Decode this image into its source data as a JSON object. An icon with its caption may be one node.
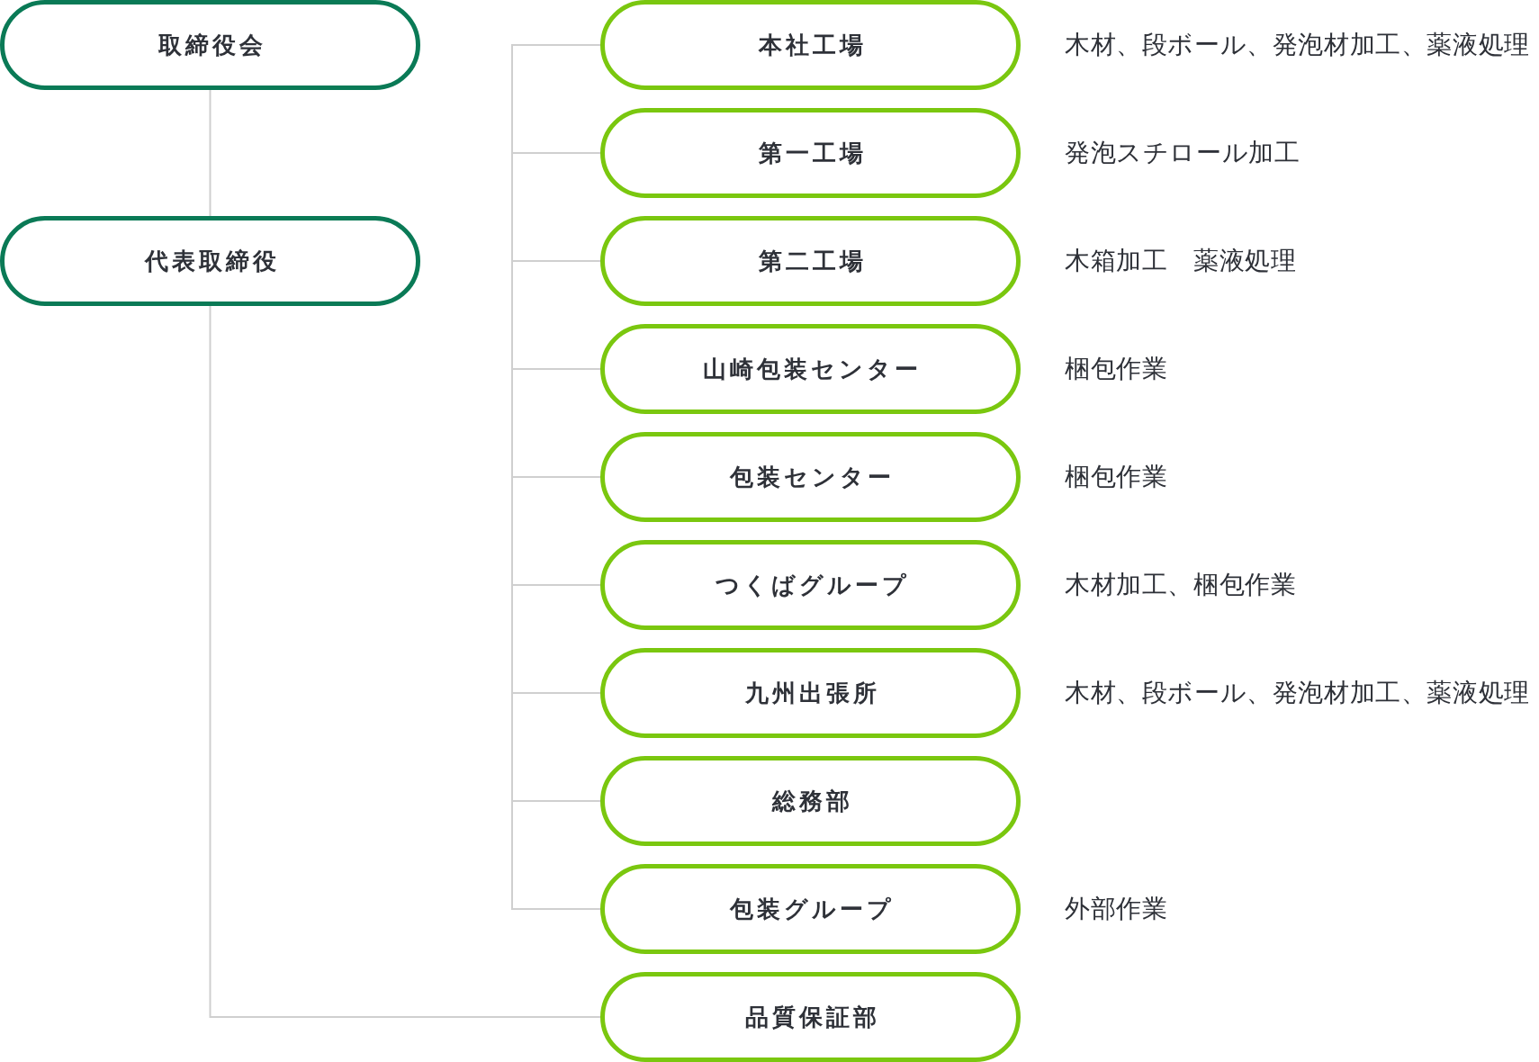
{
  "diagram": {
    "nodes": [
      {
        "text": [
          "取締役会"
        ]
      },
      {
        "text": [
          "代表取締役"
        ]
      },
      {
        "text": [
          "本社工場"
        ],
        "beside": [
          "木材、段ボール、発泡材加工、薬液処理"
        ]
      },
      {
        "text": [
          "第一工場"
        ],
        "beside": [
          "発泡スチロール加工"
        ]
      },
      {
        "text": [
          "第二工場"
        ],
        "beside": [
          "木箱加工　薬液処理"
        ]
      },
      {
        "text": [
          "山崎包装センター"
        ],
        "beside": [
          "梱包作業"
        ]
      },
      {
        "text": [
          "包装センター"
        ],
        "beside": [
          "梱包作業"
        ]
      },
      {
        "text": [
          "つくばグループ"
        ],
        "beside": [
          "木材加工、梱包作業"
        ]
      },
      {
        "text": [
          "九州出張所"
        ],
        "beside": [
          "木材、段ボール、発泡材加工、薬液処理"
        ]
      },
      {
        "text": [
          "総務部"
        ]
      },
      {
        "text": [
          "包装グループ"
        ],
        "beside": [
          "外部作業"
        ]
      },
      {
        "text": [
          "品質保証部"
        ]
      }
    ],
    "edges": [
      {
        "from": 0,
        "to": 1,
        "arrow": "none"
      },
      {
        "from": 1,
        "to": 11,
        "arrow": "none"
      },
      {
        "from": null,
        "to": 2,
        "arrow": "none"
      },
      {
        "from": null,
        "to": 3,
        "arrow": "none"
      },
      {
        "from": null,
        "to": 4,
        "arrow": "none"
      },
      {
        "from": null,
        "to": 5,
        "arrow": "none"
      },
      {
        "from": null,
        "to": 6,
        "arrow": "none"
      },
      {
        "from": null,
        "to": 7,
        "arrow": "none"
      },
      {
        "from": null,
        "to": 8,
        "arrow": "none"
      },
      {
        "from": null,
        "to": 9,
        "arrow": "none"
      },
      {
        "from": null,
        "to": 10,
        "arrow": "none"
      }
    ]
  }
}
